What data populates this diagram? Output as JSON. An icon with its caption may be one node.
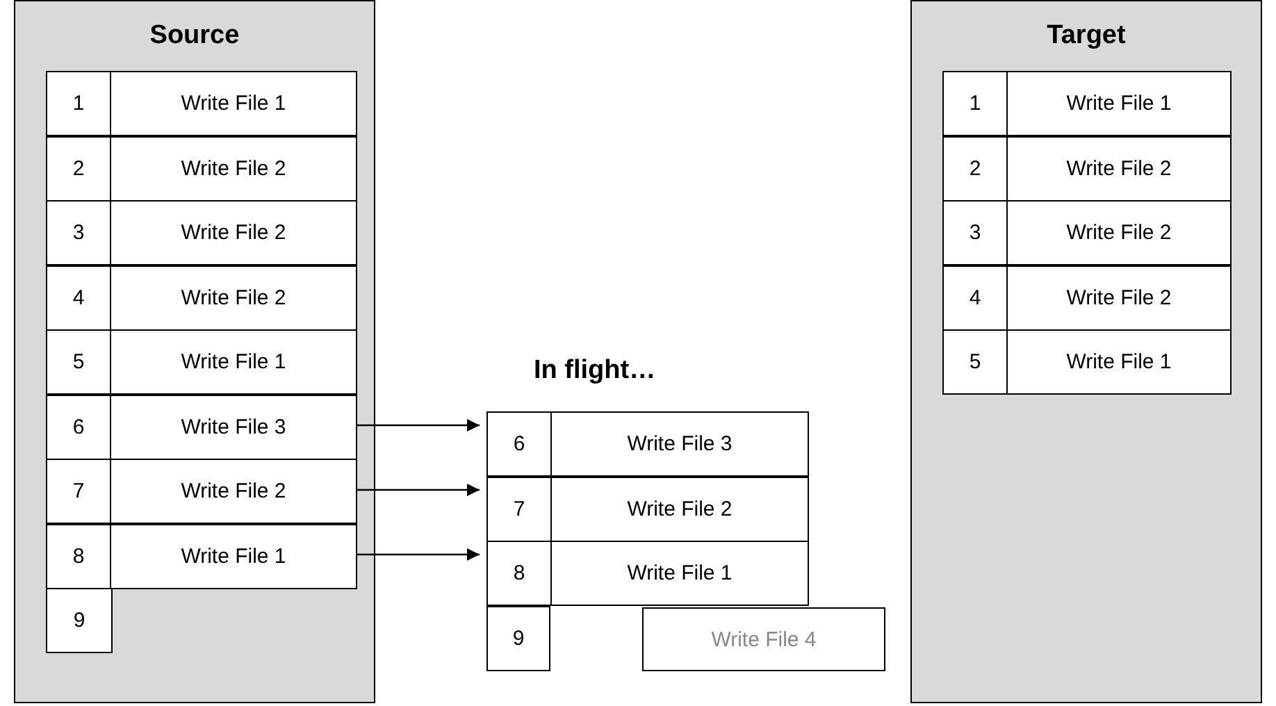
{
  "diagram": {
    "nodes": [
      {
        "text": [
          "Source"
        ]
      },
      {
        "text": [
          "1",
          "Write File 1"
        ],
        "in": 0
      },
      {
        "text": [
          "2",
          "Write File 2"
        ],
        "in": 0
      },
      {
        "text": [
          "3",
          "Write File 2"
        ],
        "in": 0
      },
      {
        "text": [
          "4",
          "Write File 2"
        ],
        "in": 0
      },
      {
        "text": [
          "5",
          "Write File 1"
        ],
        "in": 0
      },
      {
        "text": [
          "6",
          "Write File 3"
        ],
        "in": 0
      },
      {
        "text": [
          "7",
          "Write File 2"
        ],
        "in": 0
      },
      {
        "text": [
          "8",
          "Write File 1"
        ],
        "in": 0
      },
      {
        "text": [
          "9"
        ],
        "in": 0
      },
      {
        "text": [
          "Target"
        ]
      },
      {
        "text": [
          "1",
          "Write File 1"
        ],
        "in": 10
      },
      {
        "text": [
          "2",
          "Write File 2"
        ],
        "in": 10
      },
      {
        "text": [
          "3",
          "Write File 2"
        ],
        "in": 10
      },
      {
        "text": [
          "4",
          "Write File 2"
        ],
        "in": 10
      },
      {
        "text": [
          "5",
          "Write File 1"
        ],
        "in": 10
      },
      {
        "text": [
          "6",
          "Write File 3"
        ]
      },
      {
        "text": [
          "7",
          "Write File 2"
        ]
      },
      {
        "text": [
          "8",
          "Write File 1"
        ]
      },
      {
        "text": [
          "9"
        ]
      },
      {
        "text": [
          "Write File 4"
        ]
      }
    ],
    "edges": [
      {
        "from": 6,
        "to": 16,
        "arrow": "to"
      },
      {
        "from": 7,
        "to": 17,
        "arrow": "to"
      },
      {
        "from": 8,
        "to": 18,
        "arrow": "to"
      }
    ],
    "labels": [
      "In flight…"
    ]
  }
}
